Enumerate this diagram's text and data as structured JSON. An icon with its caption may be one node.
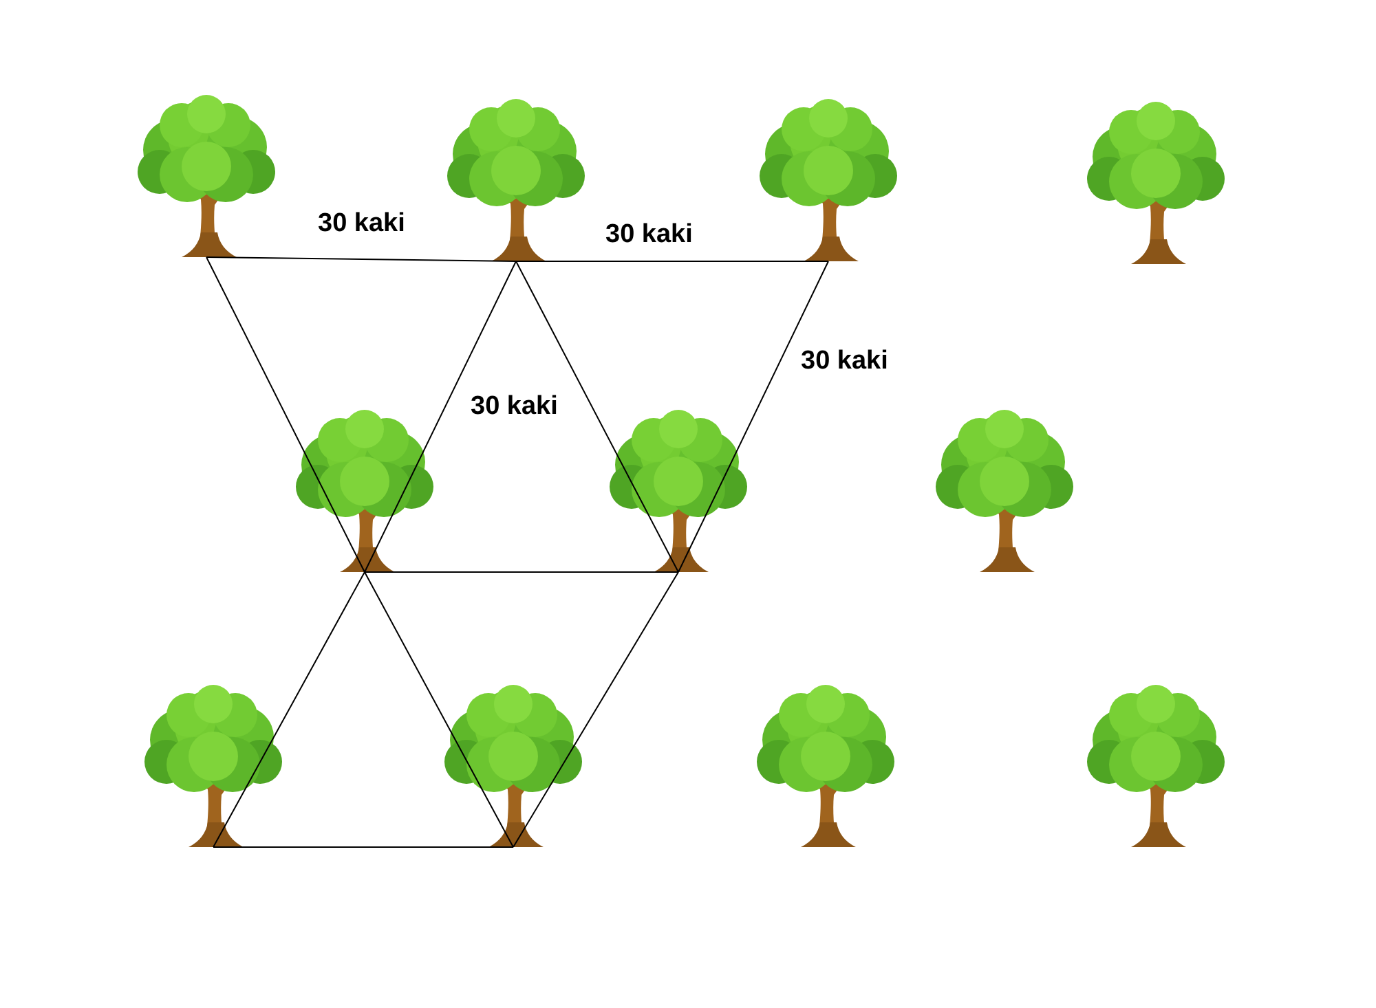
{
  "diagram": {
    "nodes": [
      {
        "text": [],
        "shape": "picture"
      },
      {
        "text": [],
        "shape": "picture"
      },
      {
        "text": [],
        "shape": "picture"
      },
      {
        "text": [],
        "shape": "picture"
      },
      {
        "text": [],
        "shape": "picture"
      },
      {
        "text": [],
        "shape": "picture"
      },
      {
        "text": [],
        "shape": "picture"
      },
      {
        "text": [],
        "shape": "picture"
      },
      {
        "text": [],
        "shape": "picture"
      },
      {
        "text": [],
        "shape": "picture"
      },
      {
        "text": [],
        "shape": "picture"
      }
    ],
    "edges": [
      {
        "from": 0,
        "to": 1,
        "arrow": "none",
        "label": "30 kaki"
      },
      {
        "from": 1,
        "to": 2,
        "arrow": "none",
        "label": "30 kaki"
      },
      {
        "from": 0,
        "to": 4,
        "arrow": "none"
      },
      {
        "from": 1,
        "to": 4,
        "arrow": "none"
      },
      {
        "from": 1,
        "to": 5,
        "arrow": "none"
      },
      {
        "from": 2,
        "to": 5,
        "arrow": "none",
        "label": "30 kaki"
      },
      {
        "from": 4,
        "to": 5,
        "arrow": "none"
      },
      {
        "from": 4,
        "to": 7,
        "arrow": "none"
      },
      {
        "from": 4,
        "to": 8,
        "arrow": "none"
      },
      {
        "from": 5,
        "to": 8,
        "arrow": "none"
      },
      {
        "from": 7,
        "to": 8,
        "arrow": "none"
      }
    ],
    "labels": [
      "30 kaki"
    ]
  }
}
